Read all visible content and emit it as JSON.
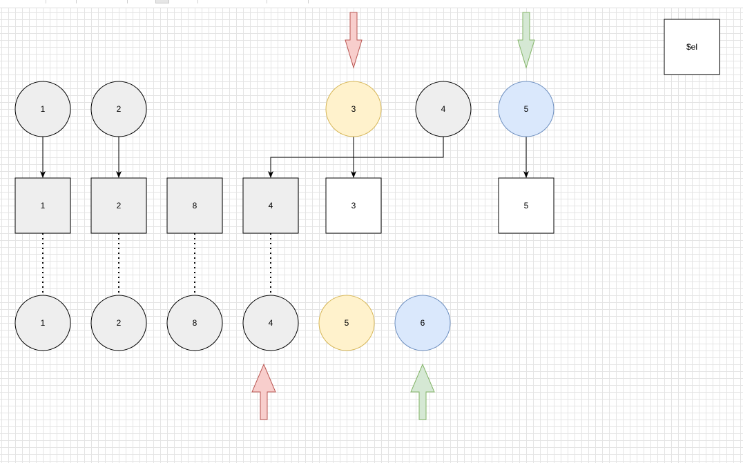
{
  "colors": {
    "gray_fill": "#eeeeee",
    "yellow_fill": "#fff2cc",
    "yellow_stroke": "#d6b656",
    "blue_fill": "#dae8fc",
    "blue_stroke": "#6c8ebf",
    "red_fill": "#f8cecc",
    "red_stroke": "#b85450",
    "green_fill": "#d5e8d4",
    "green_stroke": "#82b366",
    "outline": "#000000"
  },
  "diagram": {
    "corner_box": "$el",
    "top_row": [
      "1",
      "2",
      "3",
      "4",
      "5"
    ],
    "middle_row": [
      "1",
      "2",
      "8",
      "4",
      "3",
      "5"
    ],
    "bottom_row": [
      "1",
      "2",
      "8",
      "4",
      "5",
      "6"
    ]
  }
}
